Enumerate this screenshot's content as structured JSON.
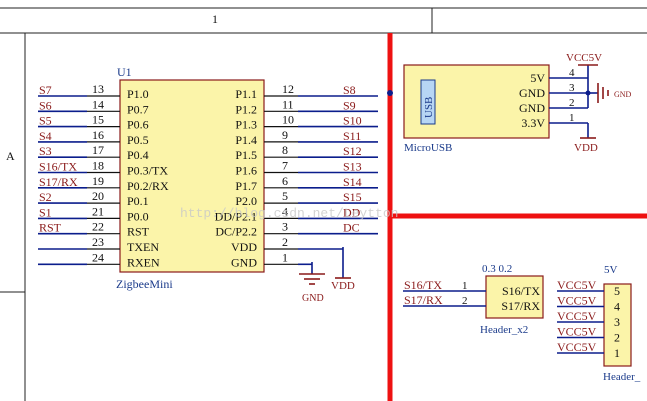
{
  "frame": {
    "column_number": "1",
    "row_letter": "A"
  },
  "u1": {
    "designator": "U1",
    "name": "ZigbeeMini",
    "left_pins": [
      {
        "net": "S7",
        "num": "13",
        "pin": "P1.0"
      },
      {
        "net": "S6",
        "num": "14",
        "pin": "P0.7"
      },
      {
        "net": "S5",
        "num": "15",
        "pin": "P0.6"
      },
      {
        "net": "S4",
        "num": "16",
        "pin": "P0.5"
      },
      {
        "net": "S3",
        "num": "17",
        "pin": "P0.4"
      },
      {
        "net": "S16/TX",
        "num": "18",
        "pin": "P0.3/TX"
      },
      {
        "net": "S17/RX",
        "num": "19",
        "pin": "P0.2/RX"
      },
      {
        "net": "S2",
        "num": "20",
        "pin": "P0.1"
      },
      {
        "net": "S1",
        "num": "21",
        "pin": "P0.0"
      },
      {
        "net": "RST",
        "num": "22",
        "pin": "RST"
      },
      {
        "net": "",
        "num": "23",
        "pin": "TXEN"
      },
      {
        "net": "",
        "num": "24",
        "pin": "RXEN"
      }
    ],
    "right_pins": [
      {
        "pin": "P1.1",
        "num": "12",
        "net": "S8"
      },
      {
        "pin": "P1.2",
        "num": "11",
        "net": "S9"
      },
      {
        "pin": "P1.3",
        "num": "10",
        "net": "S10"
      },
      {
        "pin": "P1.4",
        "num": "9",
        "net": "S11"
      },
      {
        "pin": "P1.5",
        "num": "8",
        "net": "S12"
      },
      {
        "pin": "P1.6",
        "num": "7",
        "net": "S13"
      },
      {
        "pin": "P1.7",
        "num": "6",
        "net": "S14"
      },
      {
        "pin": "P2.0",
        "num": "5",
        "net": "S15"
      },
      {
        "pin": "DD/P2.1",
        "num": "4",
        "net": "DD"
      },
      {
        "pin": "DC/P2.2",
        "num": "3",
        "net": "DC"
      },
      {
        "pin": "VDD",
        "num": "2",
        "net": ""
      },
      {
        "pin": "GND",
        "num": "1",
        "net": ""
      }
    ],
    "gnd_label": "GND",
    "vdd_label": "VDD"
  },
  "usb": {
    "name": "MicroUSB",
    "connector_label": "USB",
    "pins": [
      {
        "pin": "5V",
        "num": "4"
      },
      {
        "pin": "GND",
        "num": "3"
      },
      {
        "pin": "GND",
        "num": "2"
      },
      {
        "pin": "3.3V",
        "num": "1"
      }
    ],
    "vcc_label": "VCC5V",
    "vdd_label": "VDD",
    "gnd_label": "GND"
  },
  "header_x2": {
    "name": "Header_x2",
    "value": "0.3 0.2",
    "pins": [
      {
        "net": "S16/TX",
        "num": "1",
        "pin": "S16/TX"
      },
      {
        "net": "S17/RX",
        "num": "2",
        "pin": "S17/RX"
      }
    ]
  },
  "header5": {
    "name": "Header_",
    "value": "5V",
    "nets": [
      "VCC5V",
      "VCC5V",
      "VCC5V",
      "VCC5V",
      "VCC5V"
    ],
    "nums": [
      "5",
      "4",
      "3",
      "2",
      "1"
    ]
  },
  "watermark": "http://blog.csdn.net/Leytton",
  "colors": {
    "wire": "#0b1d8c",
    "net_label": "#8a1a1a",
    "component_fill": "#fbf4a9",
    "component_border": "#8a1a1a",
    "partition": "#ee1111",
    "component_text": "#1a3a8a",
    "text": "#111111"
  }
}
